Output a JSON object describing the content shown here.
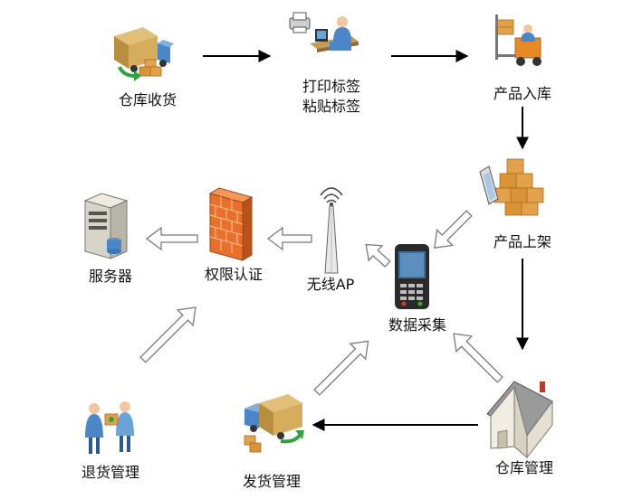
{
  "nodes": {
    "warehouse_receiving": {
      "label": "仓库收货",
      "icon": "delivery-truck-icon"
    },
    "print_label": {
      "label_line1": "打印标签",
      "label_line2": "粘贴标签",
      "icon": "printer-worker-icon"
    },
    "product_stock_in": {
      "label": "产品入库",
      "icon": "forklift-icon"
    },
    "product_shelving": {
      "label": "产品上架",
      "icon": "boxes-scanner-icon"
    },
    "data_collection": {
      "label": "数据采集",
      "icon": "handheld-terminal-icon"
    },
    "wireless_ap": {
      "label": "无线AP",
      "icon": "wireless-antenna-icon"
    },
    "permission_auth": {
      "label": "权限认证",
      "icon": "firewall-icon"
    },
    "server": {
      "label": "服务器",
      "icon": "server-icon"
    },
    "return_management": {
      "label": "退货管理",
      "icon": "people-exchange-icon"
    },
    "shipping_management": {
      "label": "发货管理",
      "icon": "delivery-truck-icon"
    },
    "warehouse_management": {
      "label": "仓库管理",
      "icon": "warehouse-house-icon"
    }
  },
  "colors": {
    "arrow": "#000000",
    "hollow_arrow_stroke": "#7a7a7a",
    "truck_body": "#c9a255",
    "truck_cab": "#4a86c8",
    "box": "#e3a24a",
    "firewall": "#e8702a",
    "server": "#d8d4c8",
    "house_roof": "#9a9a9a",
    "house_wall": "#f2ede2",
    "terminal": "#2a2a2a"
  }
}
